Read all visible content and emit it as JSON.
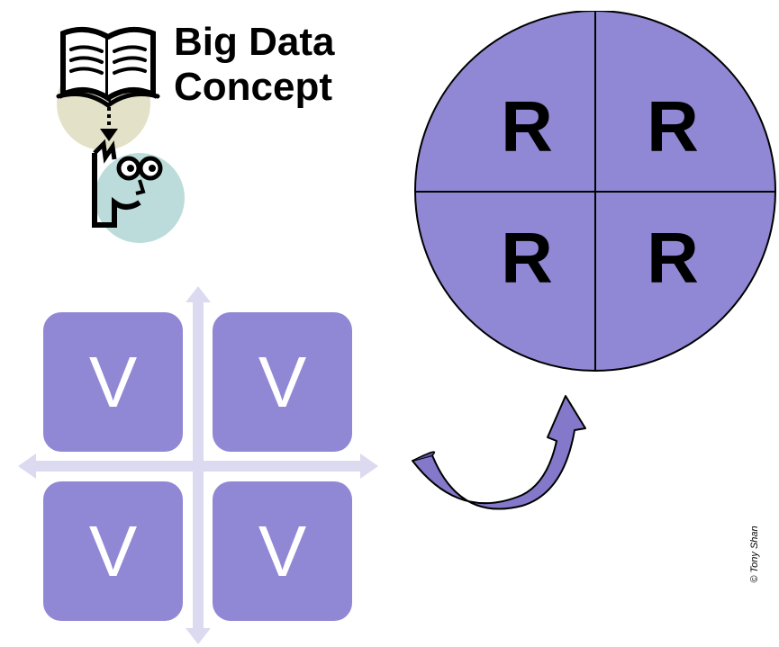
{
  "title": {
    "line1": "Big Data",
    "line2": "Concept"
  },
  "vgrid": {
    "tiles": [
      "V",
      "V",
      "V",
      "V"
    ]
  },
  "rcircle": {
    "quadrants": [
      "R",
      "R",
      "R",
      "R"
    ]
  },
  "copyright": "© Tony Shan",
  "colors": {
    "tile": "#9088d4",
    "circle": "#9088d4",
    "axis_arrow": "#dcdaf0",
    "book_bg": "#e3e1c7",
    "face_bg": "#bcdcdc"
  },
  "icons": [
    "open-book-icon",
    "thinking-face-icon",
    "down-arrow-icon",
    "curved-arrow-icon"
  ]
}
